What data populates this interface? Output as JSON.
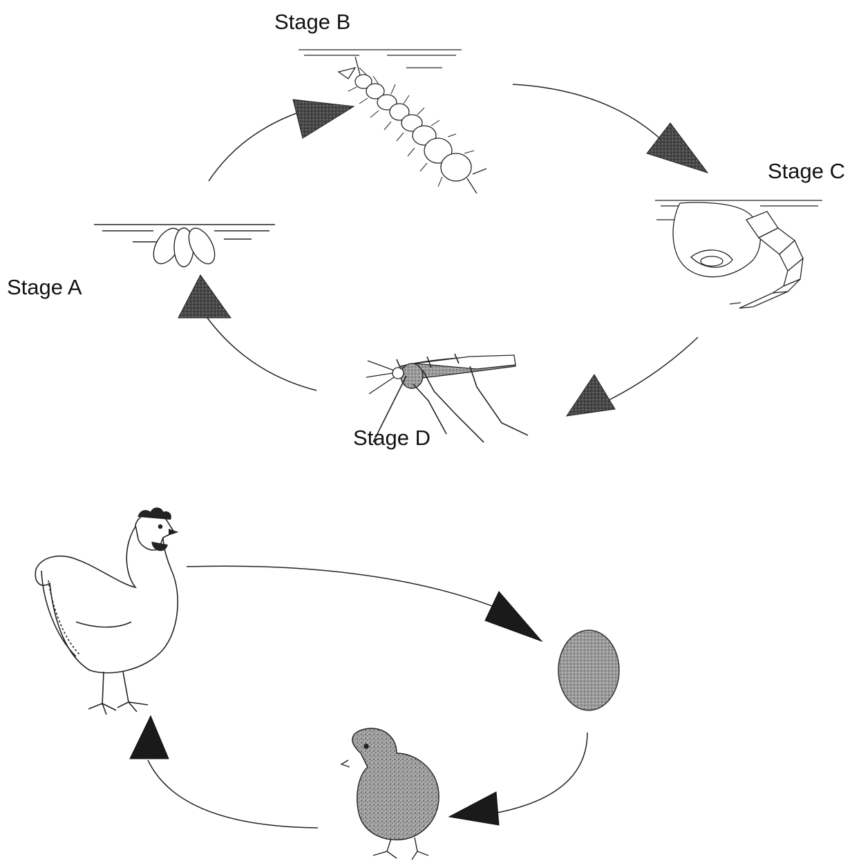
{
  "diagram": {
    "insect_cycle": {
      "stages": [
        {
          "id": "a",
          "label": "Stage A",
          "depicts": "eggs"
        },
        {
          "id": "b",
          "label": "Stage B",
          "depicts": "larva"
        },
        {
          "id": "c",
          "label": "Stage C",
          "depicts": "pupa"
        },
        {
          "id": "d",
          "label": "Stage D",
          "depicts": "adult"
        }
      ]
    },
    "bird_cycle": {
      "stages": [
        {
          "depicts": "hen"
        },
        {
          "depicts": "egg"
        },
        {
          "depicts": "chick"
        }
      ]
    },
    "colors": {
      "line": "#222222",
      "arrow_fill": "#2a2a2a",
      "stipple": "#8a8a8a",
      "background": "#ffffff"
    }
  }
}
